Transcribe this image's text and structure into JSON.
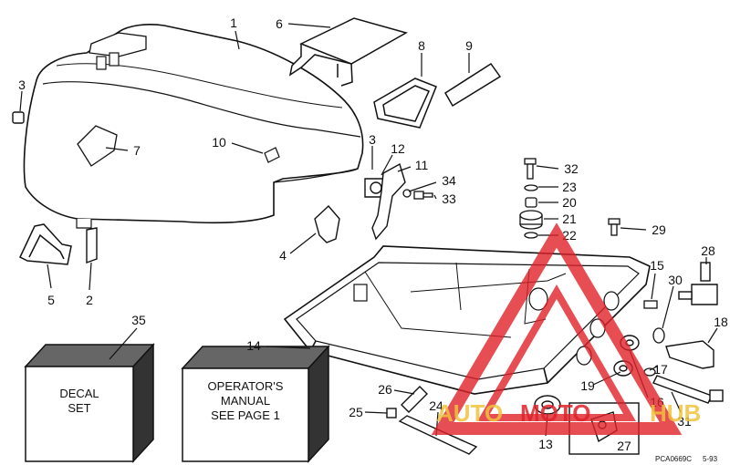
{
  "diagram": {
    "part_labels": [
      {
        "id": "1",
        "text": "1"
      },
      {
        "id": "2",
        "text": "2"
      },
      {
        "id": "3a",
        "text": "3"
      },
      {
        "id": "3b",
        "text": "3"
      },
      {
        "id": "4",
        "text": "4"
      },
      {
        "id": "5",
        "text": "5"
      },
      {
        "id": "6",
        "text": "6"
      },
      {
        "id": "7",
        "text": "7"
      },
      {
        "id": "8",
        "text": "8"
      },
      {
        "id": "9",
        "text": "9"
      },
      {
        "id": "10",
        "text": "10"
      },
      {
        "id": "11",
        "text": "11"
      },
      {
        "id": "12",
        "text": "12"
      },
      {
        "id": "13",
        "text": "13"
      },
      {
        "id": "14",
        "text": "14"
      },
      {
        "id": "15",
        "text": "15"
      },
      {
        "id": "16",
        "text": "16"
      },
      {
        "id": "17",
        "text": "17"
      },
      {
        "id": "18",
        "text": "18"
      },
      {
        "id": "19",
        "text": "19"
      },
      {
        "id": "20",
        "text": "20"
      },
      {
        "id": "21",
        "text": "21"
      },
      {
        "id": "22",
        "text": "22"
      },
      {
        "id": "23",
        "text": "23"
      },
      {
        "id": "24",
        "text": "24"
      },
      {
        "id": "25",
        "text": "25"
      },
      {
        "id": "26",
        "text": "26"
      },
      {
        "id": "27",
        "text": "27"
      },
      {
        "id": "28",
        "text": "28"
      },
      {
        "id": "29",
        "text": "29"
      },
      {
        "id": "30",
        "text": "30"
      },
      {
        "id": "31",
        "text": "31"
      },
      {
        "id": "32",
        "text": "32"
      },
      {
        "id": "33",
        "text": "33"
      },
      {
        "id": "34",
        "text": "34"
      },
      {
        "id": "35",
        "text": "35"
      }
    ],
    "decal_box": {
      "line1": "DECAL",
      "line2": "SET"
    },
    "manual_box": {
      "line1": "OPERATOR'S",
      "line2": "MANUAL",
      "line3": "SEE PAGE 1"
    },
    "drawing_code": "PCA0669C",
    "date_code": "5-93"
  },
  "watermark": {
    "word_part1": "AUTO",
    "word_part2": "MOTO",
    "word_part3": "HUB",
    "color_yellow": "#f0c23c",
    "color_red": "#e0222a"
  }
}
